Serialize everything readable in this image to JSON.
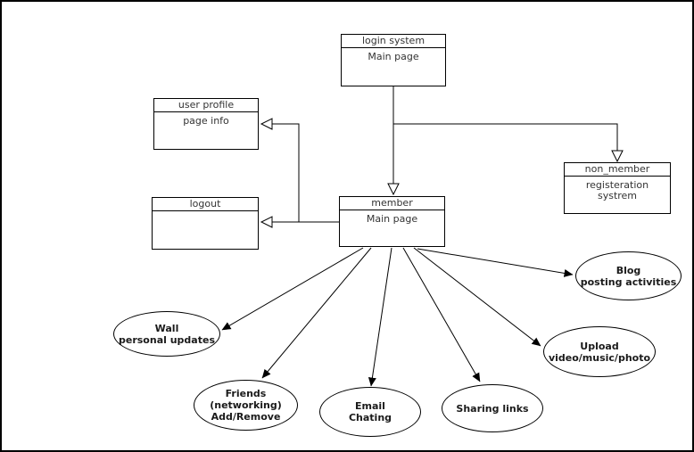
{
  "diagram": {
    "kind": "social-network login/member use-case diagram",
    "colors": {
      "background": "#ffffff",
      "line": "#000000",
      "box_text": "#333333",
      "ellipse_text": "#1a1a1a"
    },
    "nodes": {
      "login_system": {
        "title": "login system",
        "body": "Main page"
      },
      "user_profile": {
        "title": "user profile",
        "body": "page info"
      },
      "logout": {
        "title": "logout",
        "body": ""
      },
      "member": {
        "title": "member",
        "body": "Main page"
      },
      "non_member": {
        "title": "non_member",
        "body_line1": "registeration",
        "body_line2": "systrem"
      }
    },
    "usecases": {
      "wall": {
        "line1": "Wall",
        "line2": "personal updates"
      },
      "friends": {
        "line1": "Friends",
        "line2": "(networking)",
        "line3": "Add/Remove"
      },
      "email": {
        "line1": "Email",
        "line2": "Chating"
      },
      "sharing": {
        "line1": "Sharing links"
      },
      "blog": {
        "line1": "Blog",
        "line2": "posting activities"
      },
      "upload": {
        "line1": "Upload",
        "line2": "video/music/photo"
      }
    },
    "edges": [
      {
        "from": "login_system",
        "to": "member",
        "arrow": "hollow-triangle"
      },
      {
        "from": "login_system",
        "to": "non_member",
        "arrow": "hollow-triangle"
      },
      {
        "from": "member",
        "to": "user_profile",
        "arrow": "hollow-triangle"
      },
      {
        "from": "member",
        "to": "logout",
        "arrow": "hollow-triangle"
      },
      {
        "from": "member",
        "to": "wall",
        "arrow": "filled"
      },
      {
        "from": "member",
        "to": "friends",
        "arrow": "filled"
      },
      {
        "from": "member",
        "to": "email",
        "arrow": "filled"
      },
      {
        "from": "member",
        "to": "sharing",
        "arrow": "filled"
      },
      {
        "from": "member",
        "to": "upload",
        "arrow": "filled"
      },
      {
        "from": "member",
        "to": "blog",
        "arrow": "filled"
      }
    ]
  }
}
